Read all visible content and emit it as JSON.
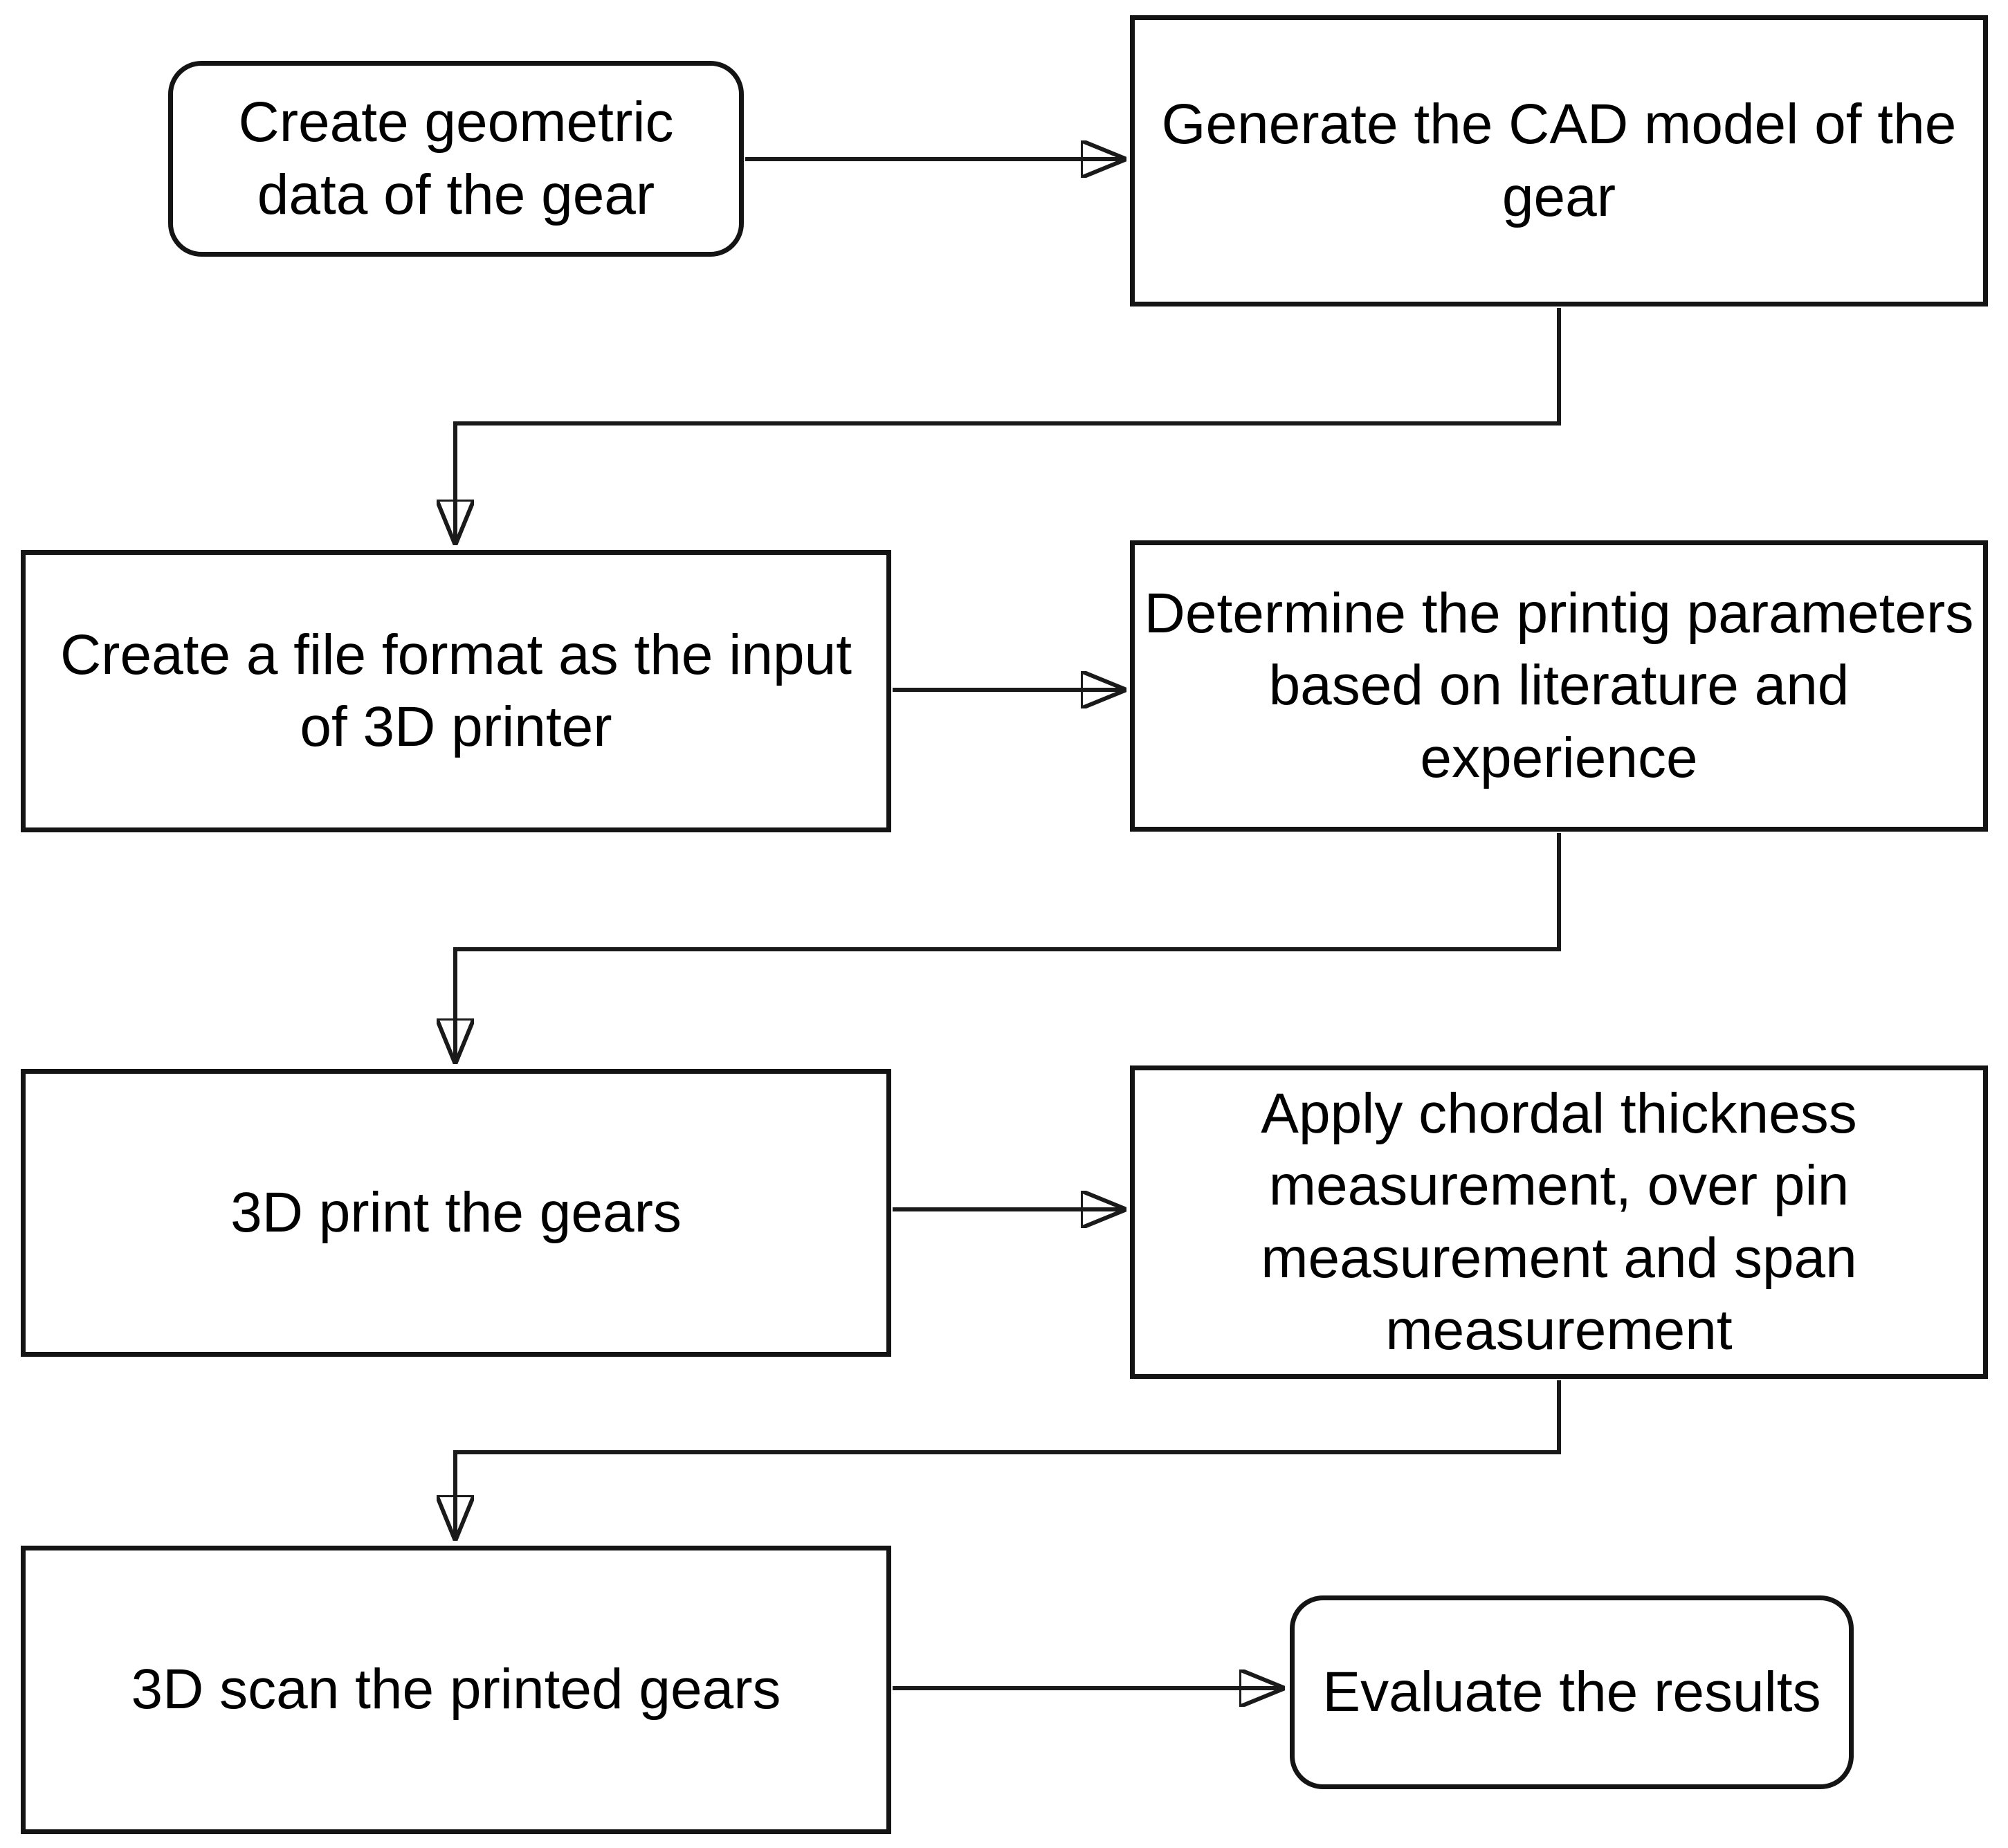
{
  "figure": {
    "type": "flowchart",
    "colors": {
      "node_fill": "#ffffff",
      "node_border": "#141414",
      "connector": "#1a1a1a",
      "text": "#000000",
      "background": "#ffffff"
    },
    "nodes": [
      {
        "id": "create-geometric-data",
        "shape": "rounded",
        "label": "Create geometric\ndata of the gear"
      },
      {
        "id": "generate-cad-model",
        "shape": "rectangle",
        "label": "Generate the CAD model of the\ngear"
      },
      {
        "id": "create-file-format",
        "shape": "rectangle",
        "label": "Create a file format as the input\nof 3D printer"
      },
      {
        "id": "determine-printing-parameters",
        "shape": "rectangle",
        "label": "Determine the printig parameters\nbased on literature and\nexperience"
      },
      {
        "id": "print-gears",
        "shape": "rectangle",
        "label": "3D print the gears"
      },
      {
        "id": "apply-measurements",
        "shape": "rectangle",
        "label": "Apply chordal thickness\nmeasurement, over pin\nmeasurement and span\nmeasurement"
      },
      {
        "id": "scan-printed-gears",
        "shape": "rectangle",
        "label": "3D scan the printed gears"
      },
      {
        "id": "evaluate-results",
        "shape": "rounded",
        "label": "Evaluate the results"
      }
    ],
    "edges": [
      {
        "from": "create-geometric-data",
        "to": "generate-cad-model",
        "style": "straight-right"
      },
      {
        "from": "generate-cad-model",
        "to": "create-file-format",
        "style": "elbow-down-left-down"
      },
      {
        "from": "create-file-format",
        "to": "determine-printing-parameters",
        "style": "straight-right"
      },
      {
        "from": "determine-printing-parameters",
        "to": "print-gears",
        "style": "elbow-down-left-down"
      },
      {
        "from": "print-gears",
        "to": "apply-measurements",
        "style": "straight-right"
      },
      {
        "from": "apply-measurements",
        "to": "scan-printed-gears",
        "style": "elbow-down-left-down"
      },
      {
        "from": "scan-printed-gears",
        "to": "evaluate-results",
        "style": "straight-right"
      }
    ]
  }
}
